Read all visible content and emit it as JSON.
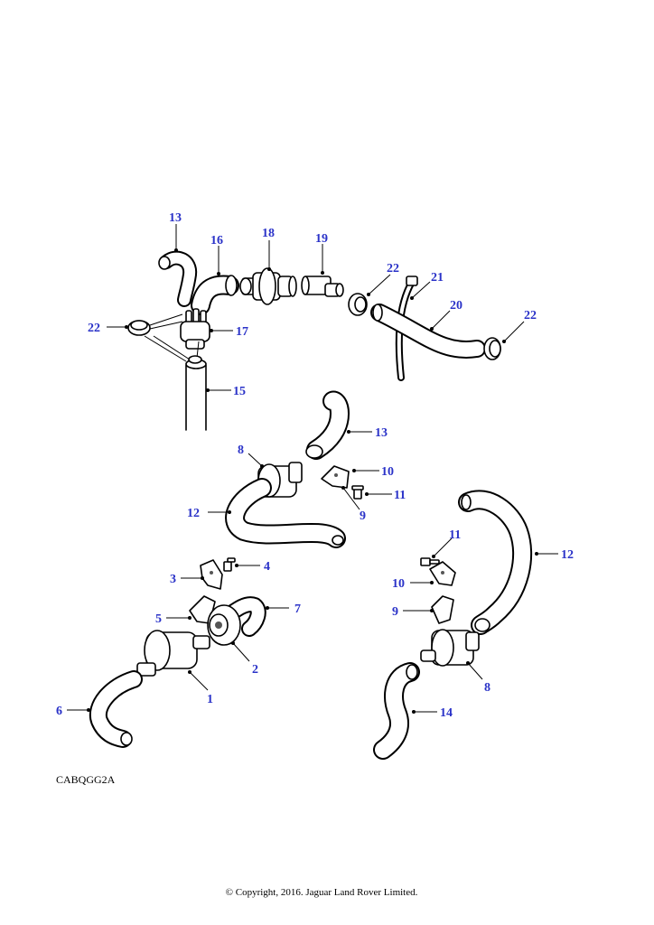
{
  "diagram": {
    "reference_code": "CABQGG2A",
    "copyright": "© Copyright, 2016. Jaguar Land Rover Limited.",
    "callouts": [
      {
        "id": "c13a",
        "label": "13"
      },
      {
        "id": "c16",
        "label": "16"
      },
      {
        "id": "c18",
        "label": "18"
      },
      {
        "id": "c19",
        "label": "19"
      },
      {
        "id": "c22a",
        "label": "22"
      },
      {
        "id": "c21",
        "label": "21"
      },
      {
        "id": "c20",
        "label": "20"
      },
      {
        "id": "c22b",
        "label": "22"
      },
      {
        "id": "c22c",
        "label": "22"
      },
      {
        "id": "c17",
        "label": "17"
      },
      {
        "id": "c15",
        "label": "15"
      },
      {
        "id": "c13b",
        "label": "13"
      },
      {
        "id": "c8a",
        "label": "8"
      },
      {
        "id": "c10a",
        "label": "10"
      },
      {
        "id": "c11a",
        "label": "11"
      },
      {
        "id": "c9a",
        "label": "9"
      },
      {
        "id": "c12a",
        "label": "12"
      },
      {
        "id": "c11b",
        "label": "11"
      },
      {
        "id": "c12b",
        "label": "12"
      },
      {
        "id": "c3",
        "label": "3"
      },
      {
        "id": "c4",
        "label": "4"
      },
      {
        "id": "c10b",
        "label": "10"
      },
      {
        "id": "c5",
        "label": "5"
      },
      {
        "id": "c7",
        "label": "7"
      },
      {
        "id": "c9b",
        "label": "9"
      },
      {
        "id": "c2",
        "label": "2"
      },
      {
        "id": "c8b",
        "label": "8"
      },
      {
        "id": "c1",
        "label": "1"
      },
      {
        "id": "c6",
        "label": "6"
      },
      {
        "id": "c14",
        "label": "14"
      }
    ]
  }
}
